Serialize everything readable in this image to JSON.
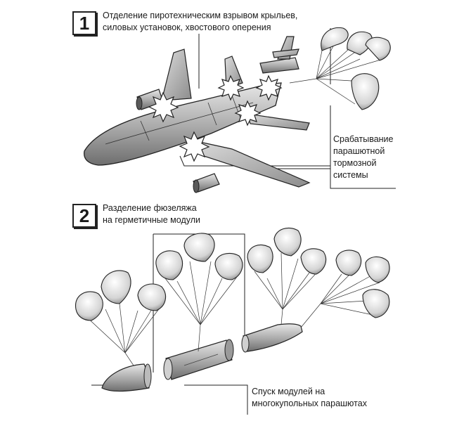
{
  "step1": {
    "number": "1",
    "caption_line1": "Отделение пиротехническим взрывом крыльев,",
    "caption_line2": "силовых установок, хвостового оперения",
    "parachute_label_line1": "Срабатывание",
    "parachute_label_line2": "парашютной",
    "parachute_label_line3": "тормозной",
    "parachute_label_line4": "системы"
  },
  "step2": {
    "number": "2",
    "caption_line1": "Разделение фюзеляжа",
    "caption_line2": "на герметичные модули",
    "descent_label_line1": "Спуск модулей на",
    "descent_label_line2": "многокупольных парашютах"
  },
  "colors": {
    "ink": "#222222",
    "body_shade": "#9a9a9a",
    "canopy_shade": "#c8c8c8",
    "flash": "#ffffff"
  }
}
